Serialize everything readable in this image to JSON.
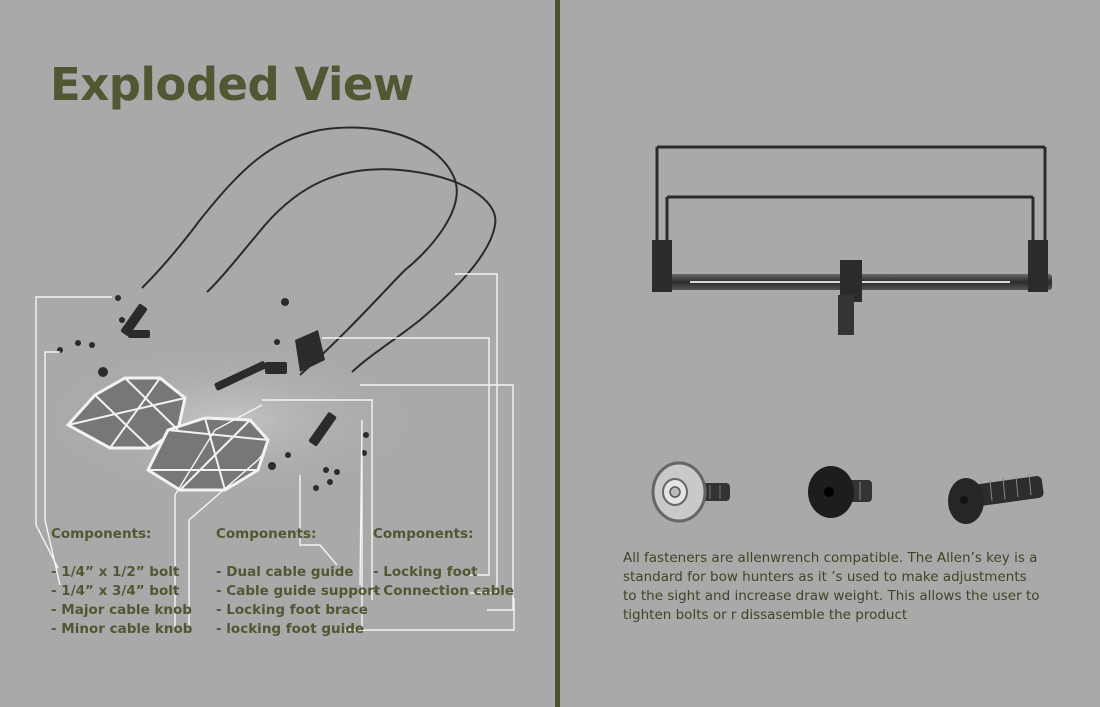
{
  "title": "Exploded View",
  "component_groups": [
    {
      "heading": "Components:",
      "items": [
        "- 1/4” x 1/2” bolt",
        "- 1/4” x 3/4” bolt",
        "- Major cable knob",
        "- Minor cable knob"
      ]
    },
    {
      "heading": "Components:",
      "items": [
        "- Dual cable guide",
        "- Cable guide support",
        "- Locking foot brace",
        "- locking foot guide"
      ]
    },
    {
      "heading": "Components:",
      "items": [
        "- Locking foot",
        "- Connection cable"
      ]
    }
  ],
  "fastener_note": "All fasteners are allenwrench compatible. The Allen’s key is a standard for bow hunters as it ’s used to make adjustments to the sight and increase draw weight. This allows the user  to tighten bolts or r dissasemble the product",
  "colors": {
    "background": "#a9a9a9",
    "accent_olive": "#4f5832",
    "divider": "#49522c"
  }
}
